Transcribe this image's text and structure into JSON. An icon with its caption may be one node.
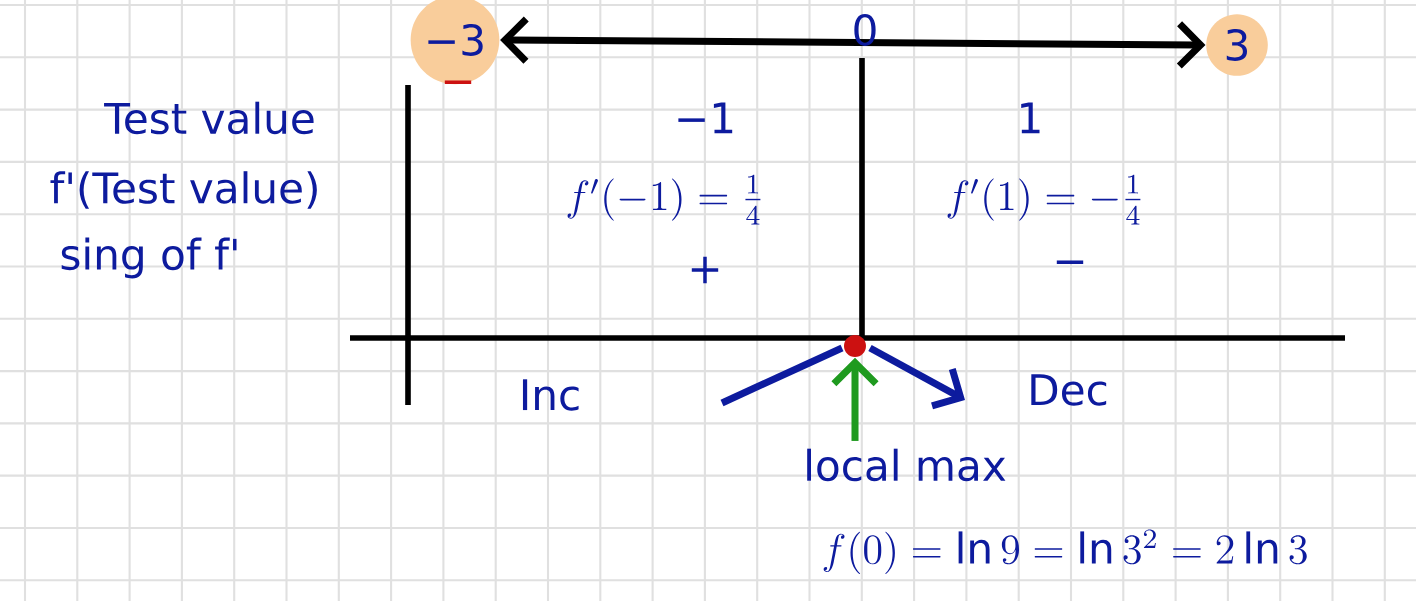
{
  "diagram": {
    "nodes": [
      {
        "text": [
          "−3"
        ]
      },
      {
        "text": [
          "3"
        ]
      },
      {
        "text": [],
        "shape": "circle"
      },
      {
        "text": [
          "local max"
        ]
      }
    ],
    "edges": [
      {
        "from": 0,
        "to": 1,
        "arrow": "both"
      },
      {
        "from": 3,
        "to": 2,
        "arrow": "to",
        "color": "#1f9a1f"
      }
    ],
    "labels": [
      "0",
      "−",
      "Test value",
      "−1",
      "1",
      "f'(Test value)",
      "f'(-1) = \\frac{1}{4}",
      "f'(1) = -\\frac{1}{4}",
      "sing of f'",
      "+",
      "−",
      "Inc",
      "Dec",
      "f(0) = \\ln 9 = \\ln 3^{2} = 2\\ln 3"
    ]
  }
}
